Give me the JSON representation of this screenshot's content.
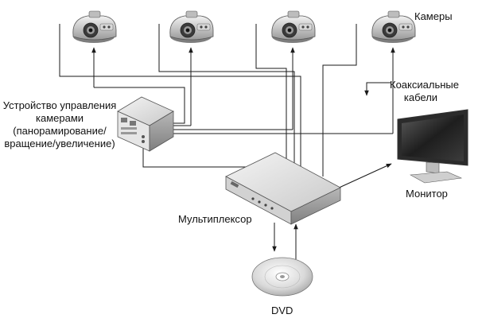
{
  "labels": {
    "cameras": "Камеры",
    "coax": [
      "Коаксиальные",
      "кабели"
    ],
    "controller": [
      "Устройство управления",
      "камерами",
      "(панорамирование/",
      "вращение/увеличение)"
    ],
    "multiplexer": "Мультиплексор",
    "monitor": "Монитор",
    "dvd": "DVD"
  },
  "icons": {
    "camera": "cctv-camera-icon",
    "controller": "control-unit-icon",
    "multiplexer": "multiplexer-box-icon",
    "monitor": "lcd-monitor-icon",
    "dvd": "dvd-disc-icon"
  },
  "colors": {
    "line": "#1a1a1a",
    "device_light": "#eeeeee",
    "device_mid": "#c8c8c8",
    "device_dark": "#8a8a8a",
    "screen": "#2a2a2a"
  }
}
